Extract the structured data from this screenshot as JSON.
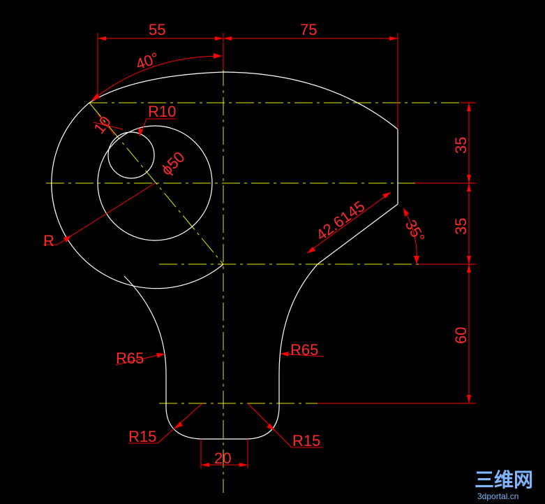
{
  "drawing": {
    "linear_dims": {
      "top_left": "55",
      "top_right": "75",
      "right_upper": "35",
      "right_middle": "35",
      "right_lower": "60",
      "bottom_width": "20",
      "slant_length": "42.6145"
    },
    "angle_dims": {
      "top_angle": "40°",
      "right_angle": "35°"
    },
    "radius_dims": {
      "r_large": "R",
      "r_small_circle": "R10",
      "r_left_neck": "R65",
      "r_right_neck": "R65",
      "r_left_foot": "R15",
      "r_right_foot": "R15"
    },
    "diameter_dims": {
      "hole": "ϕ50"
    },
    "small_dims": {
      "offset_10": "10"
    }
  },
  "watermark": {
    "logo": "三维网",
    "site": "3dportal.cn"
  },
  "colors": {
    "background": "#000000",
    "geometry": "#ffffff",
    "centerline": "#e8e800",
    "dimension": "#ff0000"
  }
}
